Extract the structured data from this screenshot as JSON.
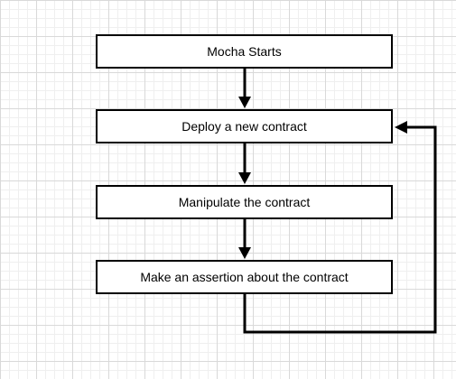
{
  "diagram": {
    "steps": [
      "Mocha Starts",
      "Deploy a new contract",
      "Manipulate the contract",
      "Make an assertion about the contract"
    ],
    "edges": [
      {
        "from": 0,
        "to": 1
      },
      {
        "from": 1,
        "to": 2
      },
      {
        "from": 2,
        "to": 3
      },
      {
        "from": 3,
        "to": 1
      }
    ],
    "colors": {
      "stroke": "#000000",
      "background": "#ffffff",
      "grid": "#d9d9d9"
    }
  }
}
